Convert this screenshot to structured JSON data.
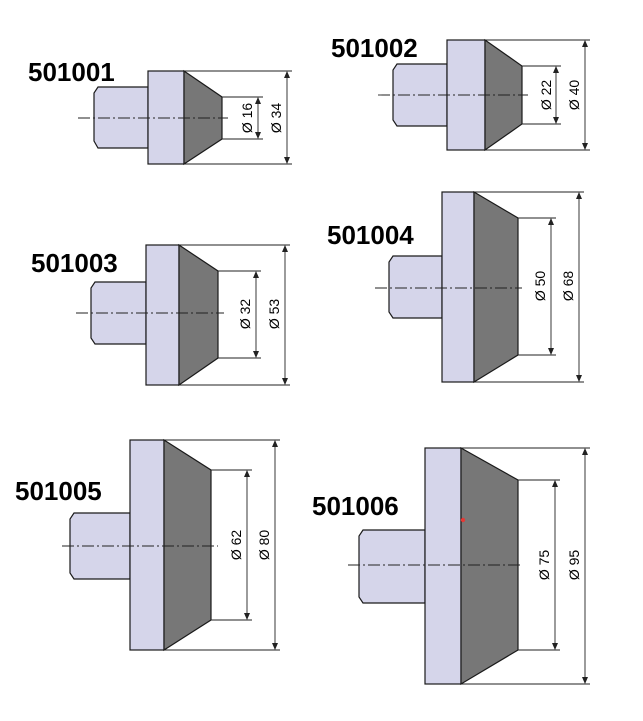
{
  "colors": {
    "light": "#d5d5ea",
    "dark": "#777777",
    "outline": "#1a1a1a",
    "marker": "#e53935"
  },
  "parts": [
    {
      "part_no": "501001",
      "inner_dim": "Ø 16",
      "outer_dim": "Ø 34"
    },
    {
      "part_no": "501002",
      "inner_dim": "Ø 22",
      "outer_dim": "Ø 40"
    },
    {
      "part_no": "501003",
      "inner_dim": "Ø 32",
      "outer_dim": "Ø 53"
    },
    {
      "part_no": "501004",
      "inner_dim": "Ø 50",
      "outer_dim": "Ø 68"
    },
    {
      "part_no": "501005",
      "inner_dim": "Ø 62",
      "outer_dim": "Ø 80"
    },
    {
      "part_no": "501006",
      "inner_dim": "Ø 75",
      "outer_dim": "Ø 95"
    }
  ]
}
